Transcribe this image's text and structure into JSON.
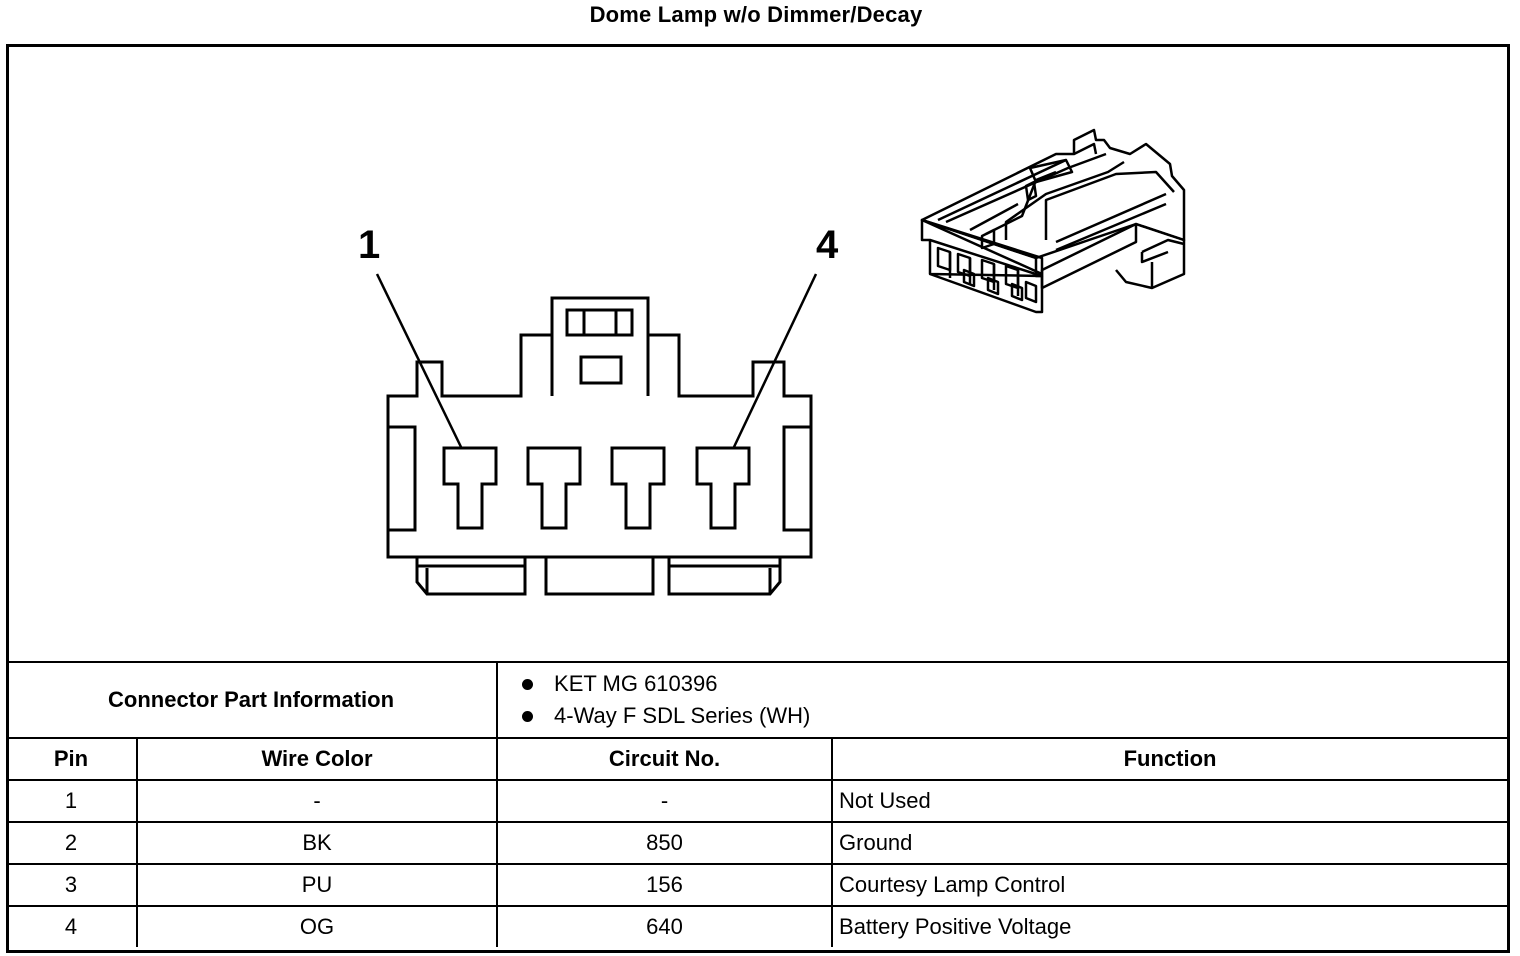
{
  "title": "Dome Lamp w/o Dimmer/Decay",
  "diagram": {
    "pin_callouts": [
      "1",
      "4"
    ]
  },
  "part_info": {
    "label": "Connector Part Information",
    "items": [
      "KET MG 610396",
      "4-Way F SDL Series (WH)"
    ]
  },
  "table": {
    "headers": [
      "Pin",
      "Wire Color",
      "Circuit No.",
      "Function"
    ],
    "rows": [
      {
        "pin": "1",
        "wire_color": "-",
        "circuit": "-",
        "function": "Not Used"
      },
      {
        "pin": "2",
        "wire_color": "BK",
        "circuit": "850",
        "function": "Ground"
      },
      {
        "pin": "3",
        "wire_color": "PU",
        "circuit": "156",
        "function": "Courtesy Lamp Control"
      },
      {
        "pin": "4",
        "wire_color": "OG",
        "circuit": "640",
        "function": "Battery Positive Voltage"
      }
    ]
  }
}
